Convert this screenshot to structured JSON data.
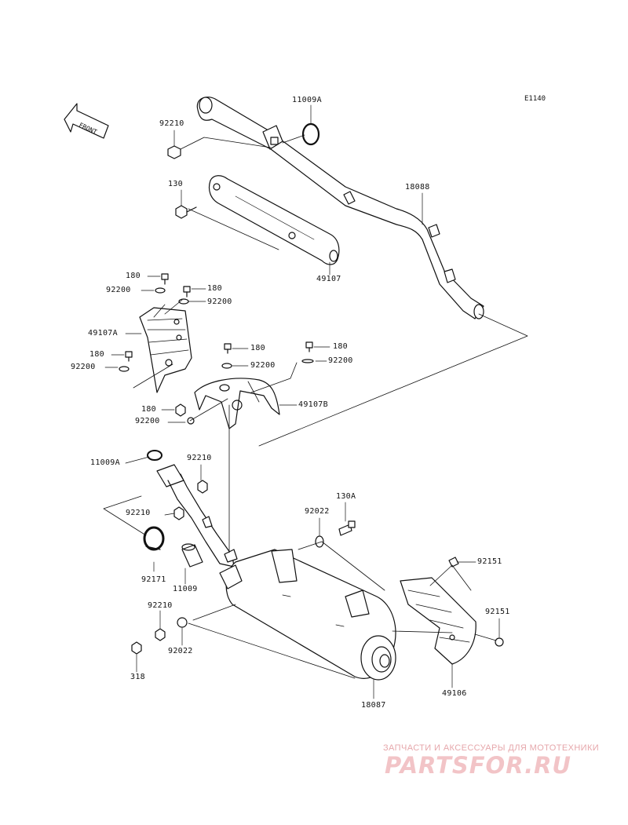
{
  "diagram_code": "E1140",
  "front_label": "FRONT",
  "parts": [
    {
      "id": "p-11009A-top",
      "number": "11009A"
    },
    {
      "id": "p-92210-top",
      "number": "92210"
    },
    {
      "id": "p-130",
      "number": "130"
    },
    {
      "id": "p-18088",
      "number": "18088"
    },
    {
      "id": "p-49107",
      "number": "49107"
    },
    {
      "id": "p-180-a",
      "number": "180"
    },
    {
      "id": "p-92200-a",
      "number": "92200"
    },
    {
      "id": "p-180-b",
      "number": "180"
    },
    {
      "id": "p-92200-b",
      "number": "92200"
    },
    {
      "id": "p-49107A",
      "number": "49107A"
    },
    {
      "id": "p-180-c",
      "number": "180"
    },
    {
      "id": "p-92200-c",
      "number": "92200"
    },
    {
      "id": "p-180-d",
      "number": "180"
    },
    {
      "id": "p-92200-d",
      "number": "92200"
    },
    {
      "id": "p-180-e",
      "number": "180"
    },
    {
      "id": "p-92200-e",
      "number": "92200"
    },
    {
      "id": "p-49107B",
      "number": "49107B"
    },
    {
      "id": "p-180-f",
      "number": "180"
    },
    {
      "id": "p-92200-f",
      "number": "92200"
    },
    {
      "id": "p-11009A-mid",
      "number": "11009A"
    },
    {
      "id": "p-92210-mid",
      "number": "92210"
    },
    {
      "id": "p-92210-left",
      "number": "92210"
    },
    {
      "id": "p-130A",
      "number": "130A"
    },
    {
      "id": "p-92022-top",
      "number": "92022"
    },
    {
      "id": "p-92171",
      "number": "92171"
    },
    {
      "id": "p-11009",
      "number": "11009"
    },
    {
      "id": "p-92151-a",
      "number": "92151"
    },
    {
      "id": "p-92151-b",
      "number": "92151"
    },
    {
      "id": "p-92210-bot",
      "number": "92210"
    },
    {
      "id": "p-92022-bot",
      "number": "92022"
    },
    {
      "id": "p-318",
      "number": "318"
    },
    {
      "id": "p-18087",
      "number": "18087"
    },
    {
      "id": "p-49106",
      "number": "49106"
    }
  ],
  "watermark": {
    "tagline": "ЗАПЧАСТИ И АКСЕССУАРЫ ДЛЯ МОТОТЕХНИКИ",
    "logo": "PARTSFOR.RU",
    "color": "#e8a0a5"
  }
}
